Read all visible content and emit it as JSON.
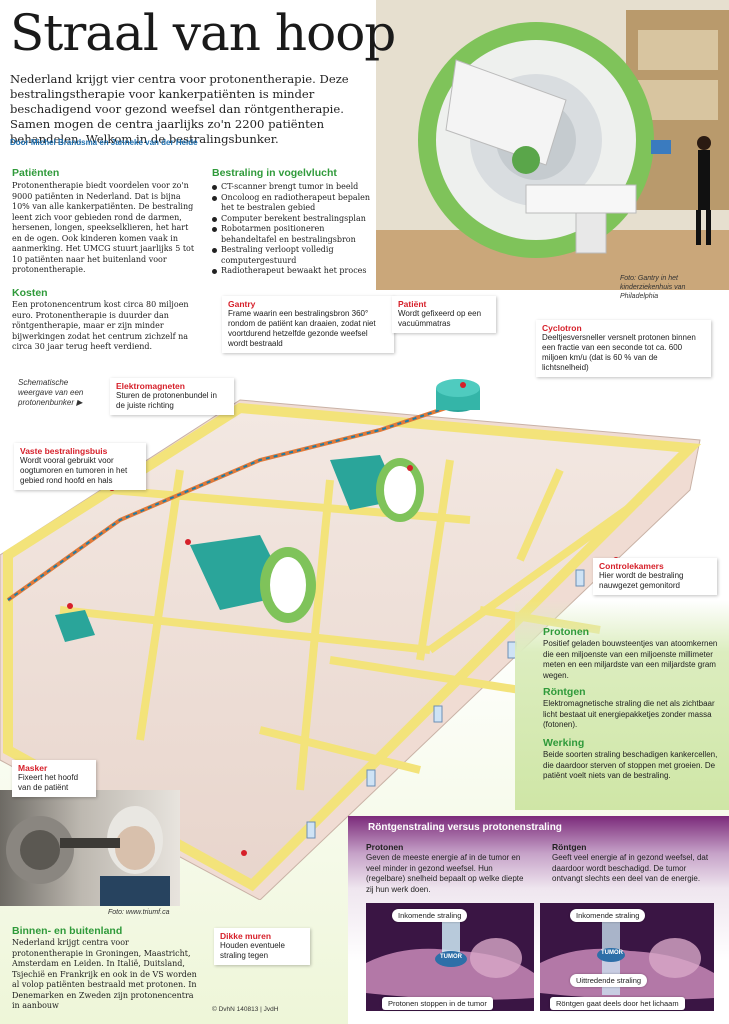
{
  "title": "Straal van hoop",
  "intro": "Nederland krijgt vier centra voor protonentherapie. Deze bestralingstherapie voor kankerpatiënten is minder beschadigend voor gezond weefsel dan röntgentherapie. Samen mogen de centra jaarlijks zo'n 2200 patiënten behandelen. Welkom in de bestralingsbunker.",
  "byline": "Door Michel Brandsma en Janneke van der Heide",
  "photo_caption_gantry": "Foto: Gantry in het kinderziekenhuis van Philadelphia",
  "patienten": {
    "heading": "Patiënten",
    "text": "Protonentherapie biedt voordelen voor zo'n 9000 patiënten in Nederland. Dat is bijna 10% van alle kankerpatiënten. De bestraling leent zich voor gebieden rond de darmen, hersenen, longen, speekselklieren, het hart en de ogen. Ook kinderen komen vaak in aanmerking. Het UMCG stuurt jaarlijks 5 tot 10 patiënten naar het buitenland voor protonentherapie."
  },
  "kosten": {
    "heading": "Kosten",
    "text": "Een protonencentrum kost circa 80 miljoen euro. Protonentherapie is duurder dan röntgentherapie, maar er zijn minder bijwerkingen zodat het centrum zichzelf na circa 30 jaar terug heeft verdiend."
  },
  "vogelvlucht": {
    "heading": "Bestraling in vogelvlucht",
    "items": [
      "CT-scanner brengt tumor in beeld",
      "Oncoloog en radiotherapeut bepalen het te bestralen gebied",
      "Computer berekent bestralingsplan",
      "Robotarmen positioneren behandeltafel en bestralingsbron",
      "Bestraling verloopt volledig computergestuurd",
      "Radiotherapeut bewaakt het proces"
    ]
  },
  "callouts": {
    "gantry": {
      "h": "Gantry",
      "t": "Frame waarin een bestralingsbron 360° rondom de patiënt kan draaien, zodat niet voortdurend hetzelfde gezonde weefsel wordt bestraald"
    },
    "patient": {
      "h": "Patiënt",
      "t": "Wordt gefixeerd op een vacuümmatras"
    },
    "cyclotron": {
      "h": "Cyclotron",
      "t": "Deeltjesversneller versnelt protonen binnen een fractie van een seconde tot ca. 600 miljoen km/u (dat is 60 % van de lichtsnelheid)"
    },
    "elektromagneten": {
      "h": "Elektromagneten",
      "t": "Sturen de protonenbundel in de juiste richting"
    },
    "vaste": {
      "h": "Vaste bestralingsbuis",
      "t": "Wordt vooral gebruikt voor oogtumoren en tumoren in het gebied rond hoofd en hals"
    },
    "controlekamers": {
      "h": "Controlekamers",
      "t": "Hier wordt de bestraling nauwgezet gemonitord"
    },
    "masker": {
      "h": "Masker",
      "t": "Fixeert het hoofd van de patiënt"
    },
    "muren": {
      "h": "Dikke muren",
      "t": "Houden eventuele straling tegen"
    }
  },
  "schematic_note": "Schematische weergave van een protonenbunker ▶",
  "protonen": {
    "heading": "Protonen",
    "text": "Positief geladen bouwsteentjes van atoomkernen die een miljoenste van een miljoenste millimeter meten en een miljardste van een miljardste gram wegen."
  },
  "rontgen": {
    "heading": "Röntgen",
    "text": "Elektromagnetische straling die net als zichtbaar licht bestaat uit energiepakketjes zonder massa (fotonen)."
  },
  "werking": {
    "heading": "Werking",
    "text": "Beide soorten straling beschadigen kankercellen, die daardoor sterven of stoppen met groeien. De patiënt voelt niets van de bestraling."
  },
  "photo_caption_mask": "Foto: www.triumf.ca",
  "binnen": {
    "heading": "Binnen- en buitenland",
    "text": "Nederland krijgt centra voor protonentherapie in Groningen, Maastricht, Amsterdam en Leiden. In Italië, Duitsland, Tsjechië en Frankrijk en ook in de VS worden al volop patiënten bestraald met protonen. In Denemarken en Zweden zijn protonencentra in aanbouw"
  },
  "compare": {
    "title": "Röntgenstraling versus protonenstraling",
    "protonen_h": "Protonen",
    "protonen_t": "Geven de meeste energie af in de tumor en veel minder in gezond weefsel. Hun (regelbare) snelheid bepaalt op welke diepte zij hun werk doen.",
    "rontgen_h": "Röntgen",
    "rontgen_t": "Geeft veel energie af in gezond weefsel, dat daardoor wordt beschadigd. De tumor ontvangt slechts een deel van de energie.",
    "inkomend": "Inkomende straling",
    "uittredend": "Uittredende straling",
    "tumor": "TUMOR",
    "protonen_stop": "Protonen stoppen in de tumor",
    "rontgen_door": "Röntgen gaat deels door het lichaam"
  },
  "footer": "© DvhN 140813 | JvdH",
  "colors": {
    "accent_green": "#2f9a3a",
    "accent_red": "#d6202a",
    "byline_blue": "#1d6fb0",
    "compare_purple": "#7b2a7a",
    "wall_yellow": "#f3e37a"
  }
}
